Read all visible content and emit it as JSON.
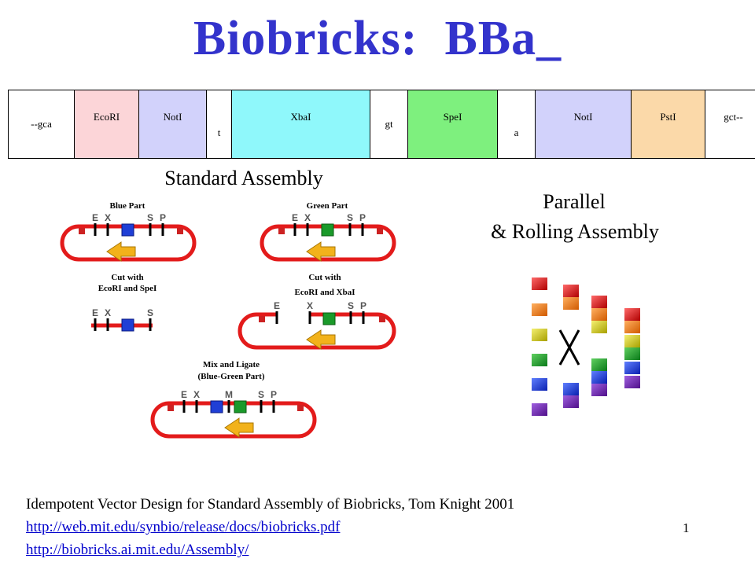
{
  "title": {
    "left": "Biobricks:",
    "right": "BBa_"
  },
  "sequence": {
    "cells": [
      "--gca",
      "EcoRI",
      "NotI",
      "t",
      "XbaI",
      "gt",
      "SpeI",
      "a",
      "NotI",
      "PstI",
      "gct--"
    ]
  },
  "labels": {
    "standard_assembly": "Standard Assembly",
    "parallel_line1": "Parallel",
    "parallel_line2": "& Rolling  Assembly"
  },
  "diagram": {
    "blue_part": "Blue Part",
    "green_part": "Green Part",
    "cut1_line1": "Cut with",
    "cut1_line2": "EcoRI and SpeI",
    "cut2_line1": "Cut with",
    "cut2_line2": "EcoRI and XbaI",
    "mix_line1": "Mix and Ligate",
    "mix_line2": "(Blue-Green Part)",
    "site_e": "E",
    "site_x": "X",
    "site_s": "S",
    "site_p": "P",
    "site_m": "M"
  },
  "footer": {
    "citation": "Idempotent Vector Design for Standard Assembly of Biobricks, Tom Knight 2001",
    "link1": "http://web.mit.edu/synbio/release/docs/biobricks.pdf",
    "link2": "http://biobricks.ai.mit.edu/Assembly/"
  },
  "page_number": "1",
  "colors": {
    "title": "#3333cc",
    "ecori": "#fcd5d8",
    "noti": "#d2d2fb",
    "xbai": "#8ff8fb",
    "spei": "#7ef07e",
    "psti": "#fbd9a9",
    "plasmid": "#e31b1b",
    "part_blue": "#1f3fd6",
    "part_green": "#1a9a2a",
    "arrow": "#f2b21b"
  }
}
